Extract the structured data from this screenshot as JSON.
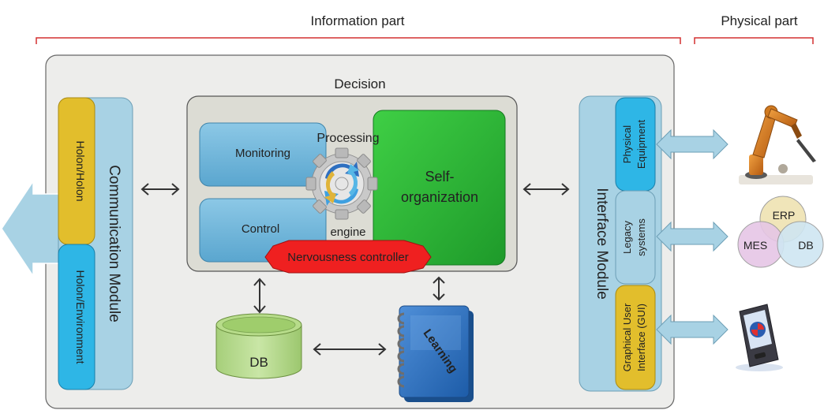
{
  "header": {
    "information_part": "Information part",
    "physical_part": "Physical part"
  },
  "decision": {
    "title": "Decision",
    "monitoring": "Monitoring",
    "control": "Control",
    "processing_engine_top": "Processing",
    "processing_engine_bottom": "engine",
    "self_organization_line1": "Self-",
    "self_organization_line2": "organization",
    "nervousness_controller": "Nervousness controller"
  },
  "communication_module": {
    "title": "Communication Module",
    "holon_holon": "Holon/Holon",
    "holon_environment": "Holon/Environment"
  },
  "interface_module": {
    "title": "Interface Module",
    "physical_equipment_line1": "Physical",
    "physical_equipment_line2": "Equipment",
    "legacy_systems_line1": "Legacy",
    "legacy_systems_line2": "systems",
    "gui_line1": "Graphical User",
    "gui_line2": "Interface (GUI)"
  },
  "storage": {
    "db": "DB",
    "learning": "Learning"
  },
  "physical": {
    "erp": "ERP",
    "mes": "MES",
    "db": "DB"
  },
  "colors": {
    "holon_box": "#ececea",
    "decision_box": "#dcdcd4",
    "blue_box": "#6fb4d8",
    "green": "#2fb53a",
    "red": "#ef2020",
    "gold": "#e2be2c",
    "arrow_fill": "#a8d2e4",
    "bracket": "#d43030"
  }
}
